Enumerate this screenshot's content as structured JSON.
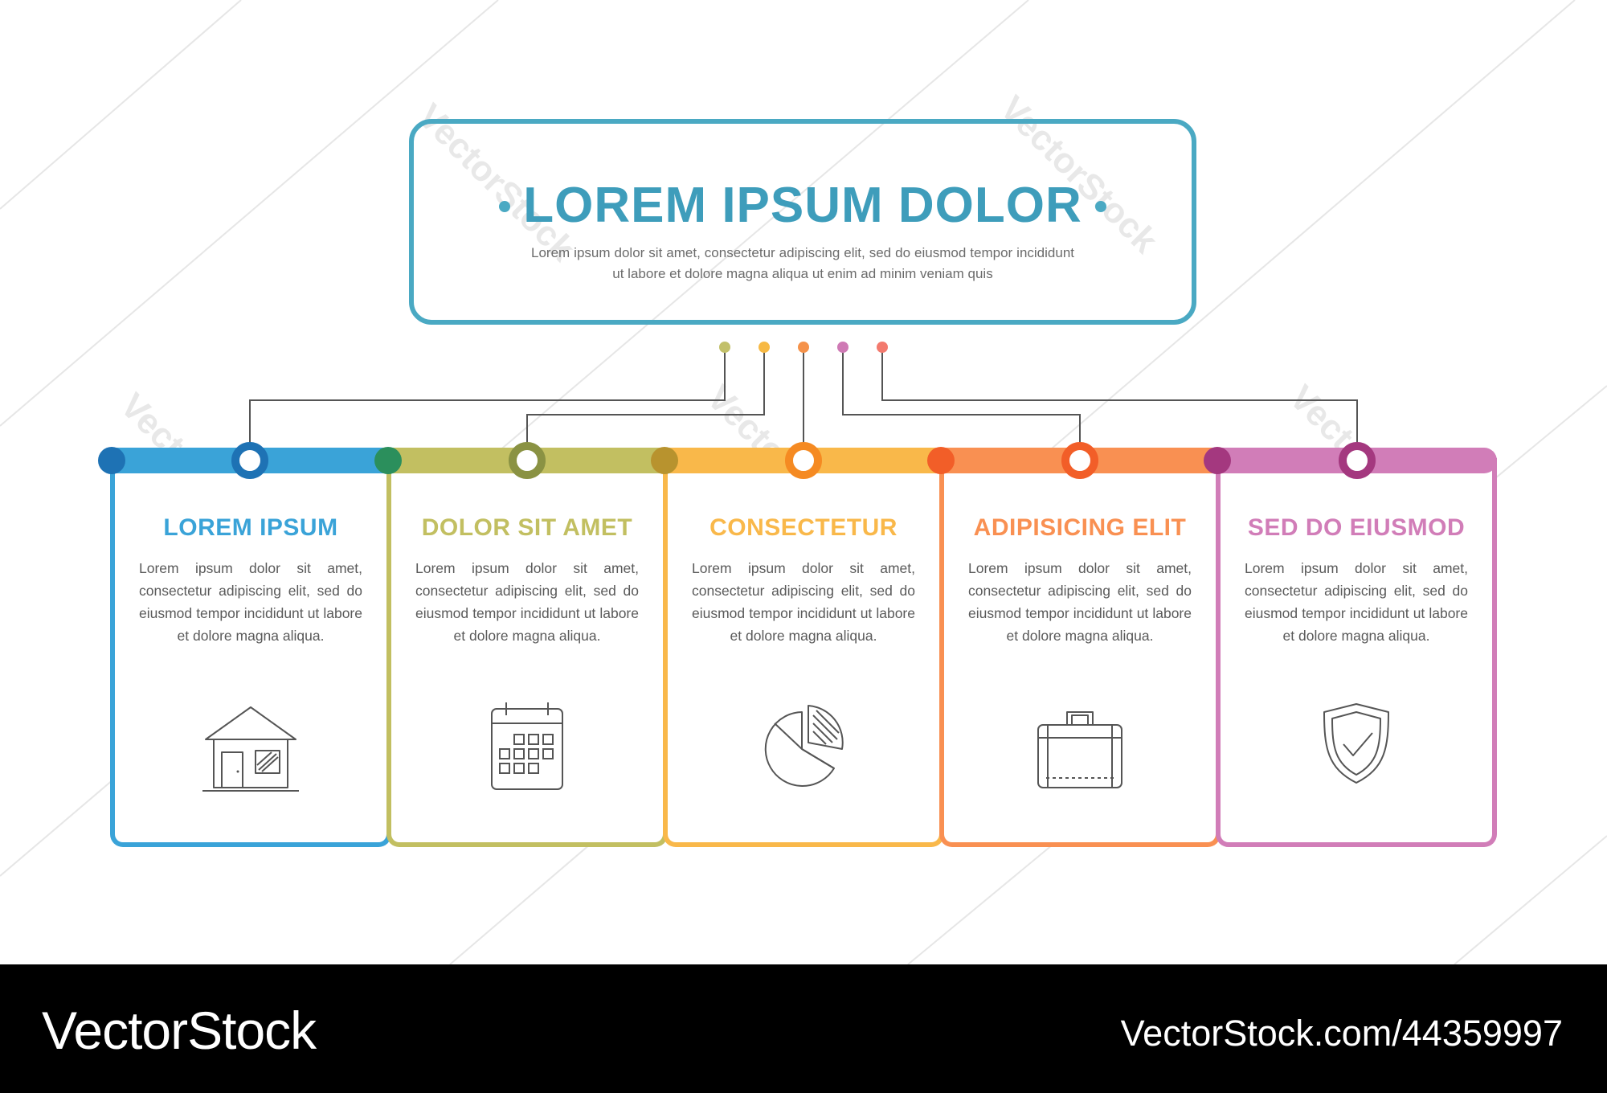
{
  "header": {
    "title": "LOREM IPSUM DOLOR",
    "text": "Lorem ipsum dolor sit amet, consectetur adipiscing elit, sed do eiusmod tempor incididunt ut labore et dolore magna aliqua ut enim ad minim veniam quis",
    "color": "#3e9dbb"
  },
  "connector_dot_colors": [
    "#c2c06a",
    "#f7b944",
    "#f5924a",
    "#cf7ab5",
    "#f37a6e"
  ],
  "cards": [
    {
      "title": "LOREM IPSUM",
      "text": "Lorem ipsum dolor sit amet, consectetur adipiscing elit, sed do eiusmod tempor incididunt ut labore et dolore magna aliqua.",
      "color": "#3aa3d8",
      "dark": "#1e72b4",
      "icon": "house-icon"
    },
    {
      "title": "DOLOR SIT AMET",
      "text": "Lorem ipsum dolor sit amet, consectetur adipiscing elit, sed do eiusmod tempor incididunt ut labore et dolore magna aliqua.",
      "color": "#c2bf61",
      "dark": "#8a9243",
      "icon": "calendar-icon"
    },
    {
      "title": "CONSECTETUR",
      "text": "Lorem ipsum dolor sit amet, consectetur adipiscing elit, sed do eiusmod tempor incididunt ut labore et dolore magna aliqua.",
      "color": "#f9b84a",
      "dark": "#d68b25",
      "icon": "pie-chart-icon"
    },
    {
      "title": "ADIPISICING ELIT",
      "text": "Lorem ipsum dolor sit amet, consectetur adipiscing elit, sed do eiusmod tempor incididunt ut labore et dolore magna aliqua.",
      "color": "#f99052",
      "dark": "#f25e28",
      "icon": "briefcase-icon"
    },
    {
      "title": "SED DO EIUSMOD",
      "text": "Lorem ipsum dolor sit amet, consectetur adipiscing elit, sed do eiusmod tempor incididunt ut labore et dolore magna aliqua.",
      "color": "#d17db8",
      "dark": "#a4387f",
      "icon": "shield-check-icon"
    }
  ],
  "watermark": "VectorStock",
  "footer": {
    "brand": "VectorStock",
    "url": "VectorStock.com/44359997"
  }
}
